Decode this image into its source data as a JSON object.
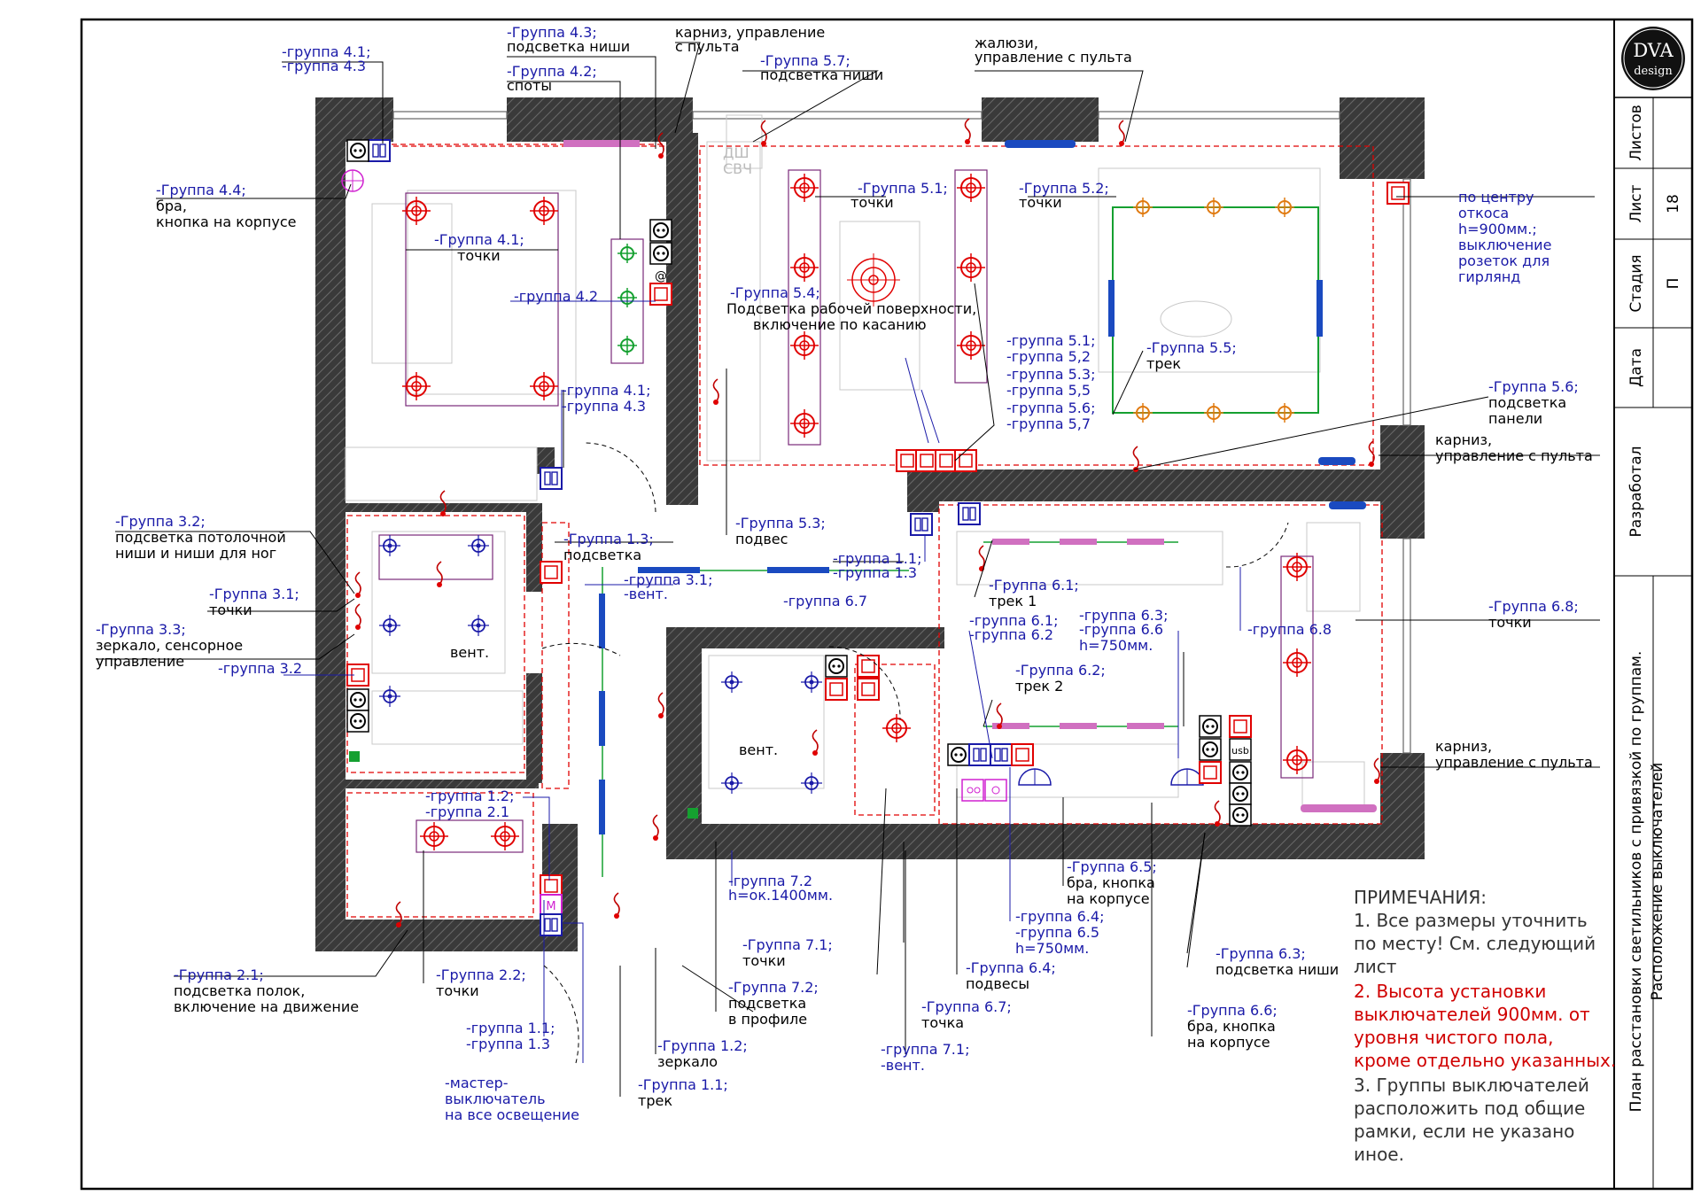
{
  "logo": {
    "line1": "DVA",
    "line2": "design"
  },
  "title_block": {
    "listov_label": "Листов",
    "list_label": "Лист",
    "list_value": "18",
    "stadiya_label": "Стадия",
    "stadiya_value": "П",
    "data_label": "Дата",
    "razrabotal_label": "Разработал",
    "sheet_title_1": "План расстановки светильников с привязкой по группам.",
    "sheet_title_2": "Расположение выключателей"
  },
  "notes": {
    "header": "ПРИМЕЧАНИЯ:",
    "n1_l1": "1. Все размеры уточнить",
    "n1_l2": "по месту! См. следующий",
    "n1_l3": "лист",
    "n2_l1": "2. Высота установки",
    "n2_l2": "выключателей 900мм. от",
    "n2_l3": "уровня чистого пола,",
    "n2_l4": "кроме отдельно указанных.",
    "n3_l1": "3. Группы выключателей",
    "n3_l2": "расположить под общие",
    "n3_l3": "рамки, если не указано",
    "n3_l4": "иное."
  },
  "small_text": {
    "at": "@",
    "usb": "usb",
    "m": "M",
    "dsh": "ДШ",
    "svch": "СВЧ"
  },
  "labels": [
    {
      "t": "-группа 4.1;",
      "blue": true
    },
    {
      "t": "-группа 4.3",
      "blue": true
    },
    {
      "t": "-Группа 4.3;",
      "blue": true
    },
    {
      "t": "подсветка ниши",
      "blue": false
    },
    {
      "t": "-Группа 4.2;",
      "blue": true
    },
    {
      "t": "споты",
      "blue": false
    },
    {
      "t": "карниз, управление",
      "blue": false
    },
    {
      "t": "с пульта",
      "blue": false
    },
    {
      "t": "-Группа 5.7;",
      "blue": true
    },
    {
      "t": "подсветка ниши",
      "blue": false
    },
    {
      "t": "жалюзи,",
      "blue": false
    },
    {
      "t": "управление с пульта",
      "blue": false
    },
    {
      "t": "-Группа 4.4;",
      "blue": true
    },
    {
      "t": "бра,",
      "blue": false
    },
    {
      "t": "кнопка на корпусе",
      "blue": false
    },
    {
      "t": "-Группа 4.1;",
      "blue": true
    },
    {
      "t": "точки",
      "blue": false
    },
    {
      "t": "-группа 4.2",
      "blue": true
    },
    {
      "t": "-Группа 5.1;",
      "blue": true
    },
    {
      "t": "точки",
      "blue": false
    },
    {
      "t": "-Группа 5.2;",
      "blue": true
    },
    {
      "t": "точки",
      "blue": false
    },
    {
      "t": "по центру",
      "blue": true
    },
    {
      "t": "откоса",
      "blue": true
    },
    {
      "t": "h=900мм.;",
      "blue": true
    },
    {
      "t": "выключение",
      "blue": true
    },
    {
      "t": "розеток для",
      "blue": true
    },
    {
      "t": "гирлянд",
      "blue": true
    },
    {
      "t": "-Группа 5.4;",
      "blue": true
    },
    {
      "t": "Подсветка рабочей поверхности,",
      "blue": false
    },
    {
      "t": "включение по касанию",
      "blue": false
    },
    {
      "t": "-группа 5.1;",
      "blue": true
    },
    {
      "t": "-группа 5,2",
      "blue": true
    },
    {
      "t": "-группа 5.3;",
      "blue": true
    },
    {
      "t": "-группа 5,5",
      "blue": true
    },
    {
      "t": "-группа 5.6;",
      "blue": true
    },
    {
      "t": "-группа 5,7",
      "blue": true
    },
    {
      "t": "-Группа 5.5;",
      "blue": true
    },
    {
      "t": "трек",
      "blue": false
    },
    {
      "t": "-Группа 5.6;",
      "blue": true
    },
    {
      "t": "подсветка",
      "blue": false
    },
    {
      "t": "панели",
      "blue": false
    },
    {
      "t": "карниз,",
      "blue": false
    },
    {
      "t": "управление с пульта",
      "blue": false
    },
    {
      "t": "-группа 4.1;",
      "blue": true
    },
    {
      "t": "-группа 4.3",
      "blue": true
    },
    {
      "t": "-Группа 3.2;",
      "blue": true
    },
    {
      "t": "подсветка потолочной",
      "blue": false
    },
    {
      "t": "ниши и ниши для ног",
      "blue": false
    },
    {
      "t": "-Группа 1.3;",
      "blue": true
    },
    {
      "t": "подсветка",
      "blue": false
    },
    {
      "t": "-Группа 5.3;",
      "blue": true
    },
    {
      "t": "подвес",
      "blue": false
    },
    {
      "t": "-группа 1.1;",
      "blue": true
    },
    {
      "t": "-группа 1.3",
      "blue": true
    },
    {
      "t": "-группа 3.1;",
      "blue": true
    },
    {
      "t": "-вент.",
      "blue": true
    },
    {
      "t": "-Группа 3.1;",
      "blue": true
    },
    {
      "t": "точки",
      "blue": false
    },
    {
      "t": "-группа 6.7",
      "blue": true
    },
    {
      "t": "-Группа 6.1;",
      "blue": true
    },
    {
      "t": "трек 1",
      "blue": false
    },
    {
      "t": "-Группа 6.8;",
      "blue": true
    },
    {
      "t": "точки",
      "blue": false
    },
    {
      "t": "-Группа 3.3;",
      "blue": true
    },
    {
      "t": "зеркало, сенсорное",
      "blue": false
    },
    {
      "t": "управление",
      "blue": false
    },
    {
      "t": "вент.",
      "blue": false
    },
    {
      "t": "-группа 6.1;",
      "blue": true
    },
    {
      "t": "-группа 6.2",
      "blue": true
    },
    {
      "t": "-группа 6.3;",
      "blue": true
    },
    {
      "t": "-группа 6.6",
      "blue": true
    },
    {
      "t": "h=750мм.",
      "blue": true
    },
    {
      "t": "-группа 6.8",
      "blue": true
    },
    {
      "t": "-группа 3.2",
      "blue": true
    },
    {
      "t": "-Группа 6.2;",
      "blue": true
    },
    {
      "t": "трек 2",
      "blue": false
    },
    {
      "t": "вент.",
      "blue": false
    },
    {
      "t": "карниз,",
      "blue": false
    },
    {
      "t": "управление с пульта",
      "blue": false
    },
    {
      "t": "-группа 1.2;",
      "blue": true
    },
    {
      "t": "-группа 2.1",
      "blue": true
    },
    {
      "t": "-группа 7.2",
      "blue": true
    },
    {
      "t": "h=ок.1400мм.",
      "blue": true
    },
    {
      "t": "-Группа 6.5;",
      "blue": true
    },
    {
      "t": "бра, кнопка",
      "blue": false
    },
    {
      "t": "на корпусе",
      "blue": false
    },
    {
      "t": "-группа 6.4;",
      "blue": true
    },
    {
      "t": "-группа 6.5",
      "blue": true
    },
    {
      "t": "h=750мм.",
      "blue": true
    },
    {
      "t": "-Группа 7.1;",
      "blue": true
    },
    {
      "t": "точки",
      "blue": false
    },
    {
      "t": "-Группа 6.4;",
      "blue": true
    },
    {
      "t": "подвесы",
      "blue": false
    },
    {
      "t": "-Группа 6.3;",
      "blue": true
    },
    {
      "t": "подсветка ниши",
      "blue": false
    },
    {
      "t": "-Группа 2.1;",
      "blue": true
    },
    {
      "t": "подсветка полок,",
      "blue": false
    },
    {
      "t": "включение на движение",
      "blue": false
    },
    {
      "t": "-Группа 2.2;",
      "blue": true
    },
    {
      "t": "точки",
      "blue": false
    },
    {
      "t": "-Группа 7.2;",
      "blue": true
    },
    {
      "t": "подсветка",
      "blue": false
    },
    {
      "t": "в профиле",
      "blue": false
    },
    {
      "t": "-Группа 6.7;",
      "blue": true
    },
    {
      "t": "точка",
      "blue": false
    },
    {
      "t": "-Группа 6.6;",
      "blue": true
    },
    {
      "t": "бра, кнопка",
      "blue": false
    },
    {
      "t": "на корпусе",
      "blue": false
    },
    {
      "t": "-группа 1.1;",
      "blue": true
    },
    {
      "t": "-группа 1.3",
      "blue": true
    },
    {
      "t": "-Группа 1.2;",
      "blue": true
    },
    {
      "t": "зеркало",
      "blue": false
    },
    {
      "t": "-группа 7.1;",
      "blue": true
    },
    {
      "t": "-вент.",
      "blue": true
    },
    {
      "t": "-мастер-",
      "blue": true
    },
    {
      "t": "выключатель",
      "blue": true
    },
    {
      "t": "на все освещение",
      "blue": true
    },
    {
      "t": "-Группа 1.1;",
      "blue": true
    },
    {
      "t": "трек",
      "blue": false
    }
  ]
}
